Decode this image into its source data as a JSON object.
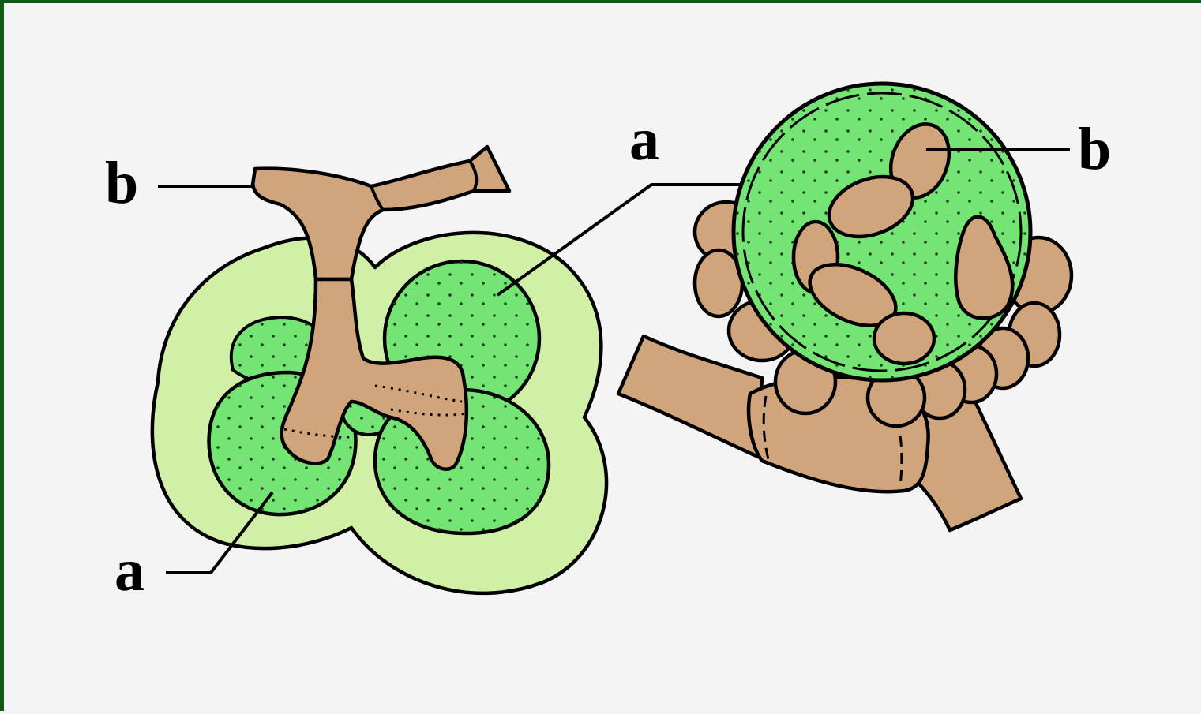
{
  "labels": {
    "left_b": "b",
    "left_a_top": "a",
    "left_a_bottom": "a",
    "right_b": "b"
  },
  "colors": {
    "frame": "#0d5d12",
    "background": "#f4f4f4",
    "outer_envelope": "#d2efa7",
    "cell_green": "#74e475",
    "hypha_tan": "#d1a57b",
    "outline": "#000000"
  }
}
